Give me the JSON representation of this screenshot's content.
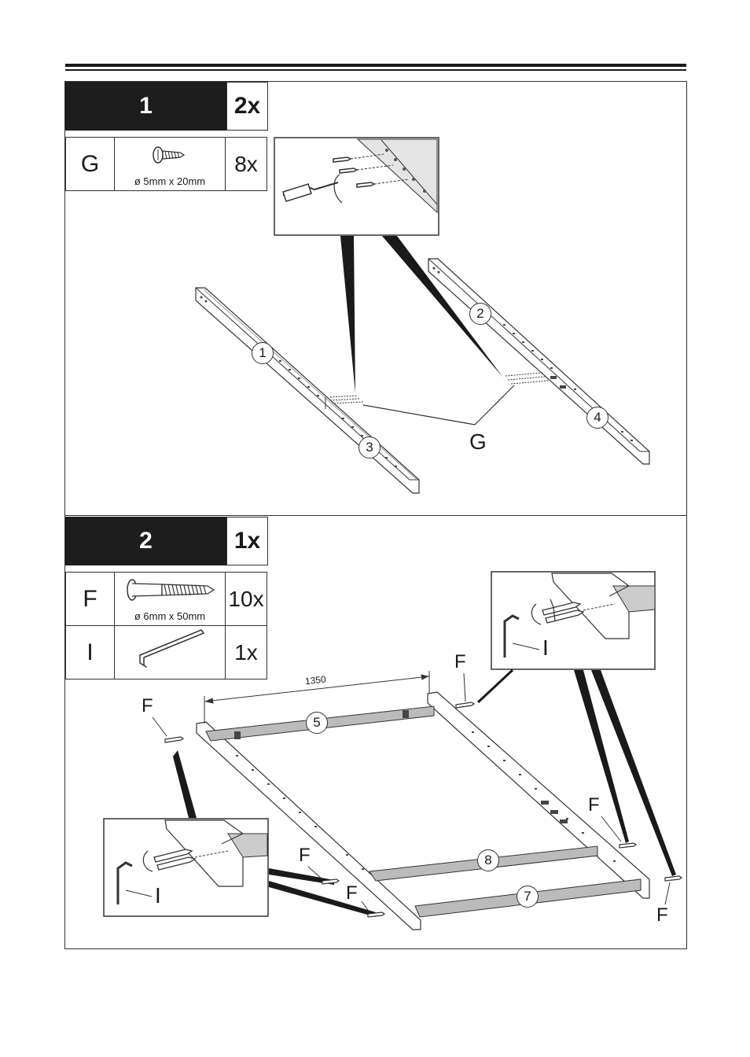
{
  "step1": {
    "number": "1",
    "multiplier": "2x",
    "parts": [
      {
        "code": "G",
        "dimension": "ø 5mm x 20mm",
        "quantity": "8x",
        "icon": "wood-screw-icon"
      }
    ],
    "callouts": {
      "part1": "1",
      "part2": "2",
      "part3": "3",
      "part4": "4",
      "fastener": "G"
    }
  },
  "step2": {
    "number": "2",
    "multiplier": "1x",
    "parts": [
      {
        "code": "F",
        "dimension": "ø 6mm x 50mm",
        "quantity": "10x",
        "icon": "bolt-icon"
      },
      {
        "code": "I",
        "dimension": "",
        "quantity": "1x",
        "icon": "allen-key-icon"
      }
    ],
    "measurement": "1350",
    "callouts": {
      "part5": "5",
      "part7": "7",
      "part8": "8",
      "fastener": "F",
      "tool": "I"
    }
  }
}
